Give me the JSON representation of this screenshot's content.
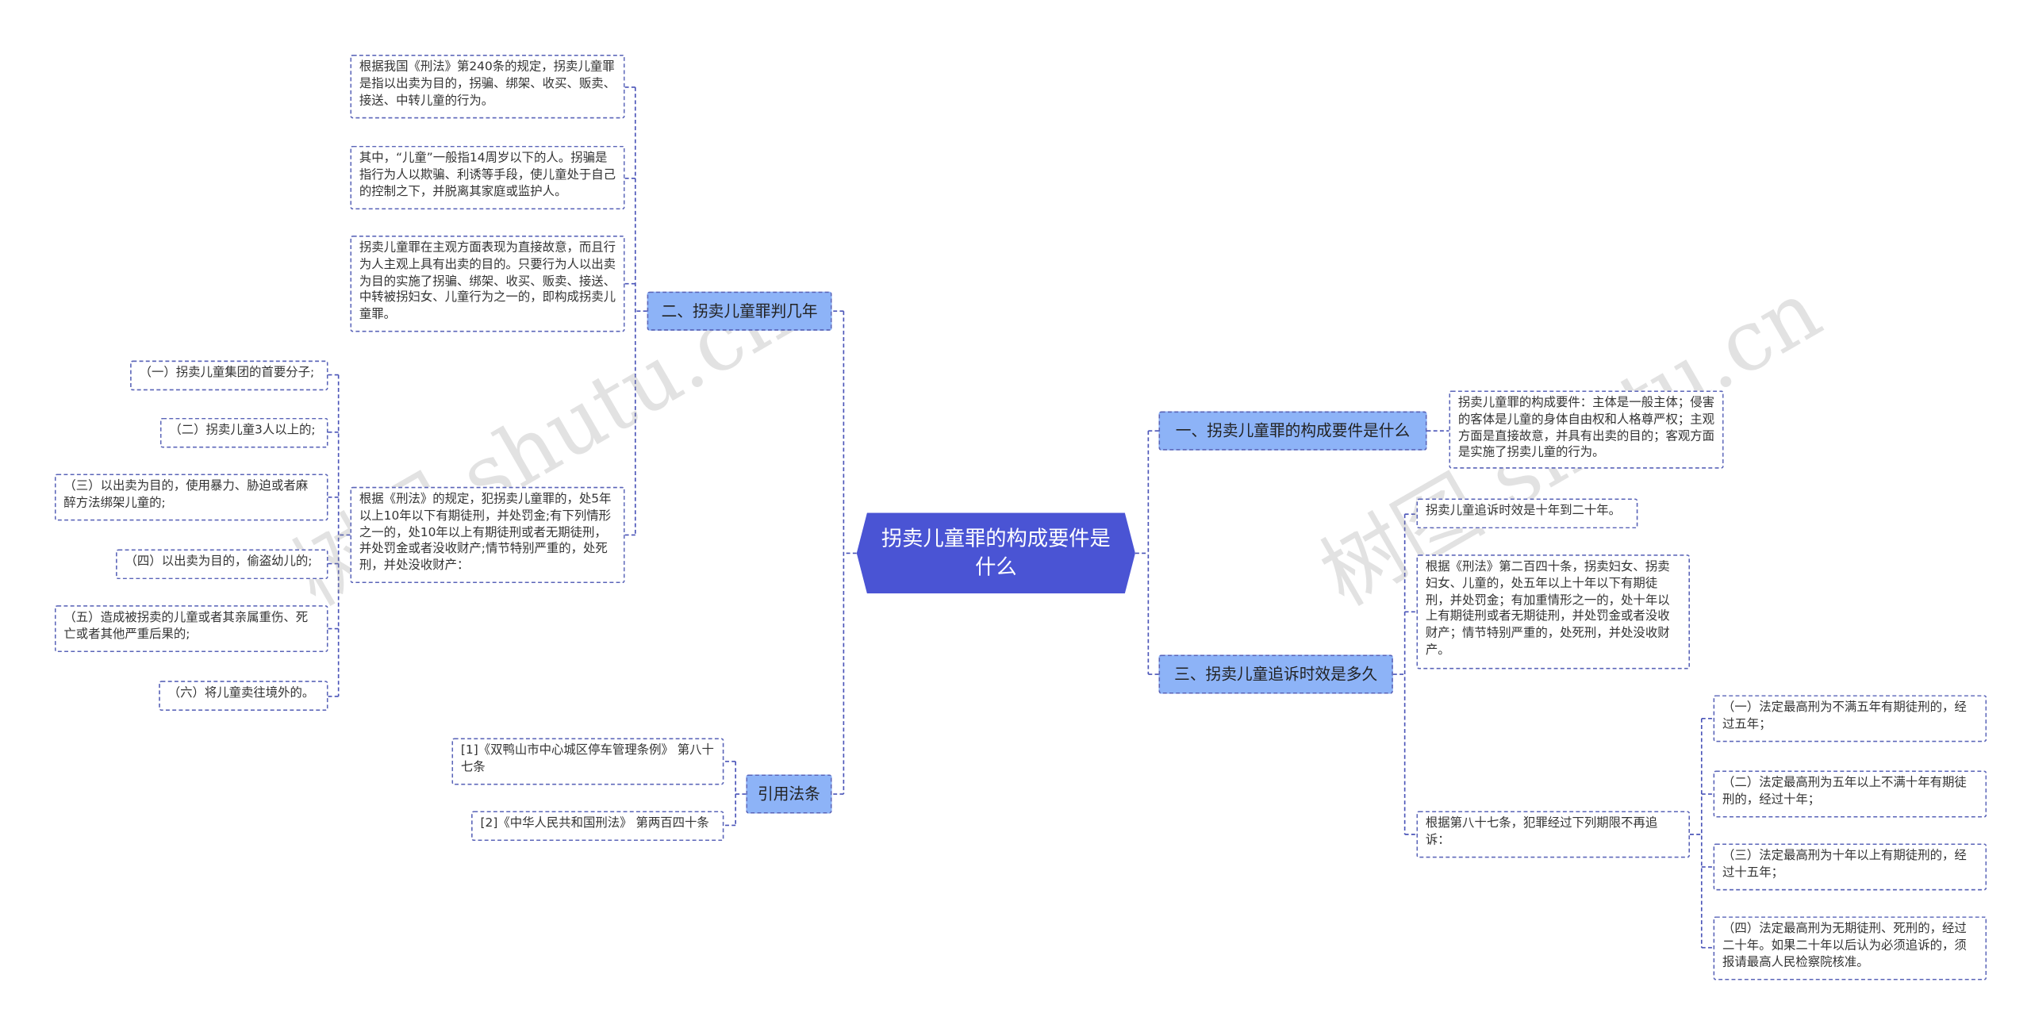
{
  "central": "拐卖儿童罪的构成要件是什么",
  "watermarks": [
    "树图 shutu.cn",
    "树图 shutu.cn"
  ],
  "branches": {
    "b1": "一、拐卖儿童罪的构成要件是什么",
    "b2": "二、拐卖儿童罪判几年",
    "b3": "三、拐卖儿童追诉时效是多久",
    "b4": "引用法条"
  },
  "leaves": {
    "b1_1": "拐卖儿童罪的构成要件：主体是一般主体；侵害的客体是儿童的身体自由权和人格尊严权；主观方面是直接故意，并具有出卖的目的；客观方面是实施了拐卖儿童的行为。",
    "b2_1": "根据我国《刑法》第240条的规定，拐卖儿童罪是指以出卖为目的，拐骗、绑架、收买、贩卖、接送、中转儿童的行为。",
    "b2_2": "其中，“儿童”一般指14周岁以下的人。拐骗是指行为人以欺骗、利诱等手段，使儿童处于自己的控制之下，并脱离其家庭或监护人。",
    "b2_3": "拐卖儿童罪在主观方面表现为直接故意，而且行为人主观上具有出卖的目的。只要行为人以出卖为目的实施了拐骗、绑架、收买、贩卖、接送、中转被拐妇女、儿童行为之一的，即构成拐卖儿童罪。",
    "b2_4": "根据《刑法》的规定，犯拐卖儿童罪的，处5年以上10年以下有期徒刑，并处罚金;有下列情形之一的，处10年以上有期徒刑或者无期徒刑，并处罚金或者没收财产;情节特别严重的，处死刑，并处没收财产：",
    "b2_4_1": "（一）拐卖儿童集团的首要分子;",
    "b2_4_2": "（二）拐卖儿童3人以上的;",
    "b2_4_3": "（三）以出卖为目的，使用暴力、胁迫或者麻醉方法绑架儿童的;",
    "b2_4_4": "（四）以出卖为目的，偷盗幼儿的;",
    "b2_4_5": "（五）造成被拐卖的儿童或者其亲属重伤、死亡或者其他严重后果的;",
    "b2_4_6": "（六）将儿童卖往境外的。",
    "b3_1": "拐卖儿童追诉时效是十年到二十年。",
    "b3_2": "根据《刑法》第二百四十条，拐卖妇女、拐卖妇女、儿童的，处五年以上十年以下有期徒刑，并处罚金；有加重情形之一的，处十年以上有期徒刑或者无期徒刑，并处罚金或者没收财产；情节特别严重的，处死刑，并处没收财产。",
    "b3_3": "根据第八十七条，犯罪经过下列期限不再追诉：",
    "b3_3_1": "（一）法定最高刑为不满五年有期徒刑的，经过五年；",
    "b3_3_2": "（二）法定最高刑为五年以上不满十年有期徒刑的，经过十年；",
    "b3_3_3": "（三）法定最高刑为十年以上有期徒刑的，经过十五年；",
    "b3_3_4": "（四）法定最高刑为无期徒刑、死刑的，经过二十年。如果二十年以后认为必须追诉的，须报请最高人民检察院核准。",
    "b4_1": "[1]《双鸭山市中心城区停车管理条例》 第八十七条",
    "b4_2": "[2]《中华人民共和国刑法》 第两百四十条"
  }
}
